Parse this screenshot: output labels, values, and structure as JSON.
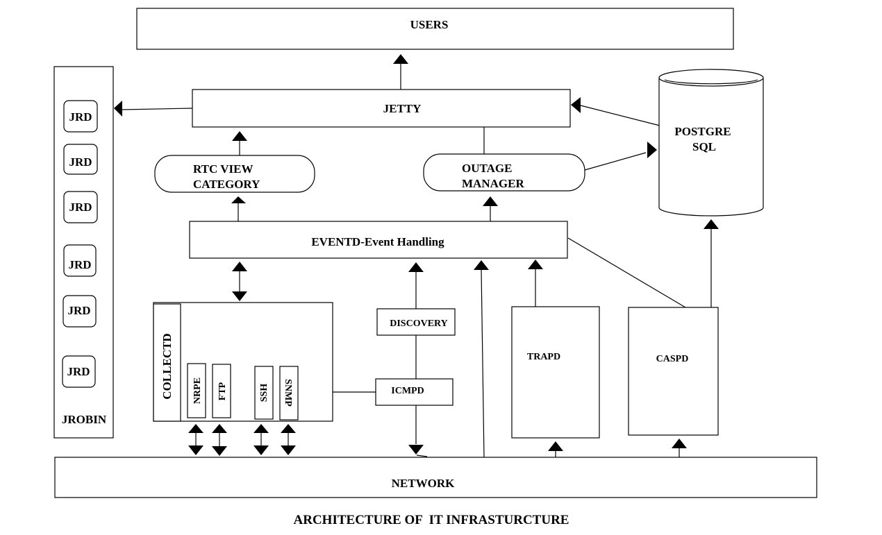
{
  "diagram": {
    "title": "ARCHITECTURE OF  IT INFRASTURCTURE",
    "nodes": {
      "users": "USERS",
      "jetty": "JETTY",
      "jrd_1": "JRD",
      "jrd_2": "JRD",
      "jrd_3": "JRD",
      "jrd_4": "JRD",
      "jrd_5": "JRD",
      "jrd_6": "JRD",
      "jrobin": "JROBIN",
      "postgre_line1": "POSTGRE",
      "postgre_line2": "SQL",
      "rtc_line1": "RTC VIEW",
      "rtc_line2": "CATEGORY",
      "outage_line1": "OUTAGE",
      "outage_line2": "MANAGER",
      "eventd": "EVENTD-Event Handling",
      "collectd": "COLLECTD",
      "nrpe": "NRPE",
      "ftp": "FTP",
      "ssh": "SSH",
      "snmp": "SNMP",
      "discovery": "DISCOVERY",
      "icmpd": "ICMPD",
      "trapd": "TRAPD",
      "caspd": "CASPD",
      "network": "NETWORK"
    },
    "edges": [
      {
        "from": "jetty",
        "to": "users"
      },
      {
        "from": "jetty",
        "to": "jrobin"
      },
      {
        "from": "postgre_sql",
        "to": "jetty"
      },
      {
        "from": "outage_manager",
        "to": "postgre_sql"
      },
      {
        "from": "rtc_view_category",
        "to": "jetty"
      },
      {
        "from": "outage_manager",
        "to": "jetty"
      },
      {
        "from": "eventd",
        "to": "rtc_view_category"
      },
      {
        "from": "eventd",
        "to": "outage_manager"
      },
      {
        "from": "collectd",
        "to": "eventd",
        "bidirectional": true
      },
      {
        "from": "discovery",
        "to": "eventd"
      },
      {
        "from": "network",
        "to": "eventd"
      },
      {
        "from": "trapd",
        "to": "eventd"
      },
      {
        "from": "eventd",
        "to": "caspd"
      },
      {
        "from": "caspd",
        "to": "postgre_sql"
      },
      {
        "from": "collectd",
        "to": "icmpd"
      },
      {
        "from": "discovery",
        "to": "icmpd"
      },
      {
        "from": "icmpd",
        "to": "network"
      },
      {
        "from": "nrpe",
        "to": "network",
        "bidirectional": true
      },
      {
        "from": "ftp",
        "to": "network",
        "bidirectional": true
      },
      {
        "from": "ssh",
        "to": "network",
        "bidirectional": true
      },
      {
        "from": "snmp",
        "to": "network",
        "bidirectional": true
      },
      {
        "from": "network",
        "to": "trapd"
      },
      {
        "from": "network",
        "to": "caspd"
      }
    ]
  }
}
